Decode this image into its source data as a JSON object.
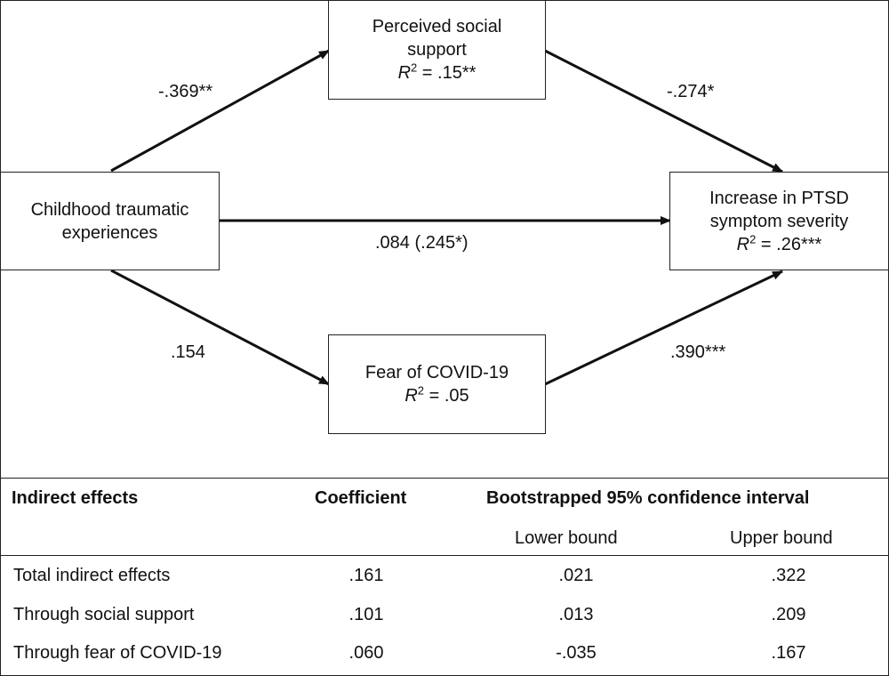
{
  "diagram": {
    "nodes": {
      "pss": {
        "line1": "Perceived social",
        "line2": "support",
        "r2_var": "R",
        "r2_sup": "2",
        "r2_value": " = .15**"
      },
      "cte": {
        "line1": "Childhood traumatic",
        "line2": "experiences"
      },
      "ptsd": {
        "line1": "Increase in PTSD",
        "line2": "symptom severity",
        "r2_var": "R",
        "r2_sup": "2",
        "r2_value": " = .26***"
      },
      "fear": {
        "line1": "Fear of COVID-19",
        "r2_var": "R",
        "r2_sup": "2",
        "r2_value": " = .05"
      }
    },
    "edges": {
      "cte_to_pss": "-.369**",
      "pss_to_ptsd": "-.274*",
      "cte_to_ptsd": ".084 (.245*)",
      "cte_to_fear": ".154",
      "fear_to_ptsd": ".390***"
    }
  },
  "table": {
    "headers": {
      "col1": "Indirect effects",
      "col2": "Coefficient",
      "col3": "Bootstrapped 95% confidence interval",
      "lower": "Lower bound",
      "upper": "Upper bound"
    },
    "rows": [
      {
        "label": "Total indirect effects",
        "coef": ".161",
        "lower": ".021",
        "upper": ".322"
      },
      {
        "label": "Through social support",
        "coef": ".101",
        "lower": ".013",
        "upper": ".209"
      },
      {
        "label": "Through fear of COVID-19",
        "coef": ".060",
        "lower": "-.035",
        "upper": ".167"
      }
    ]
  }
}
